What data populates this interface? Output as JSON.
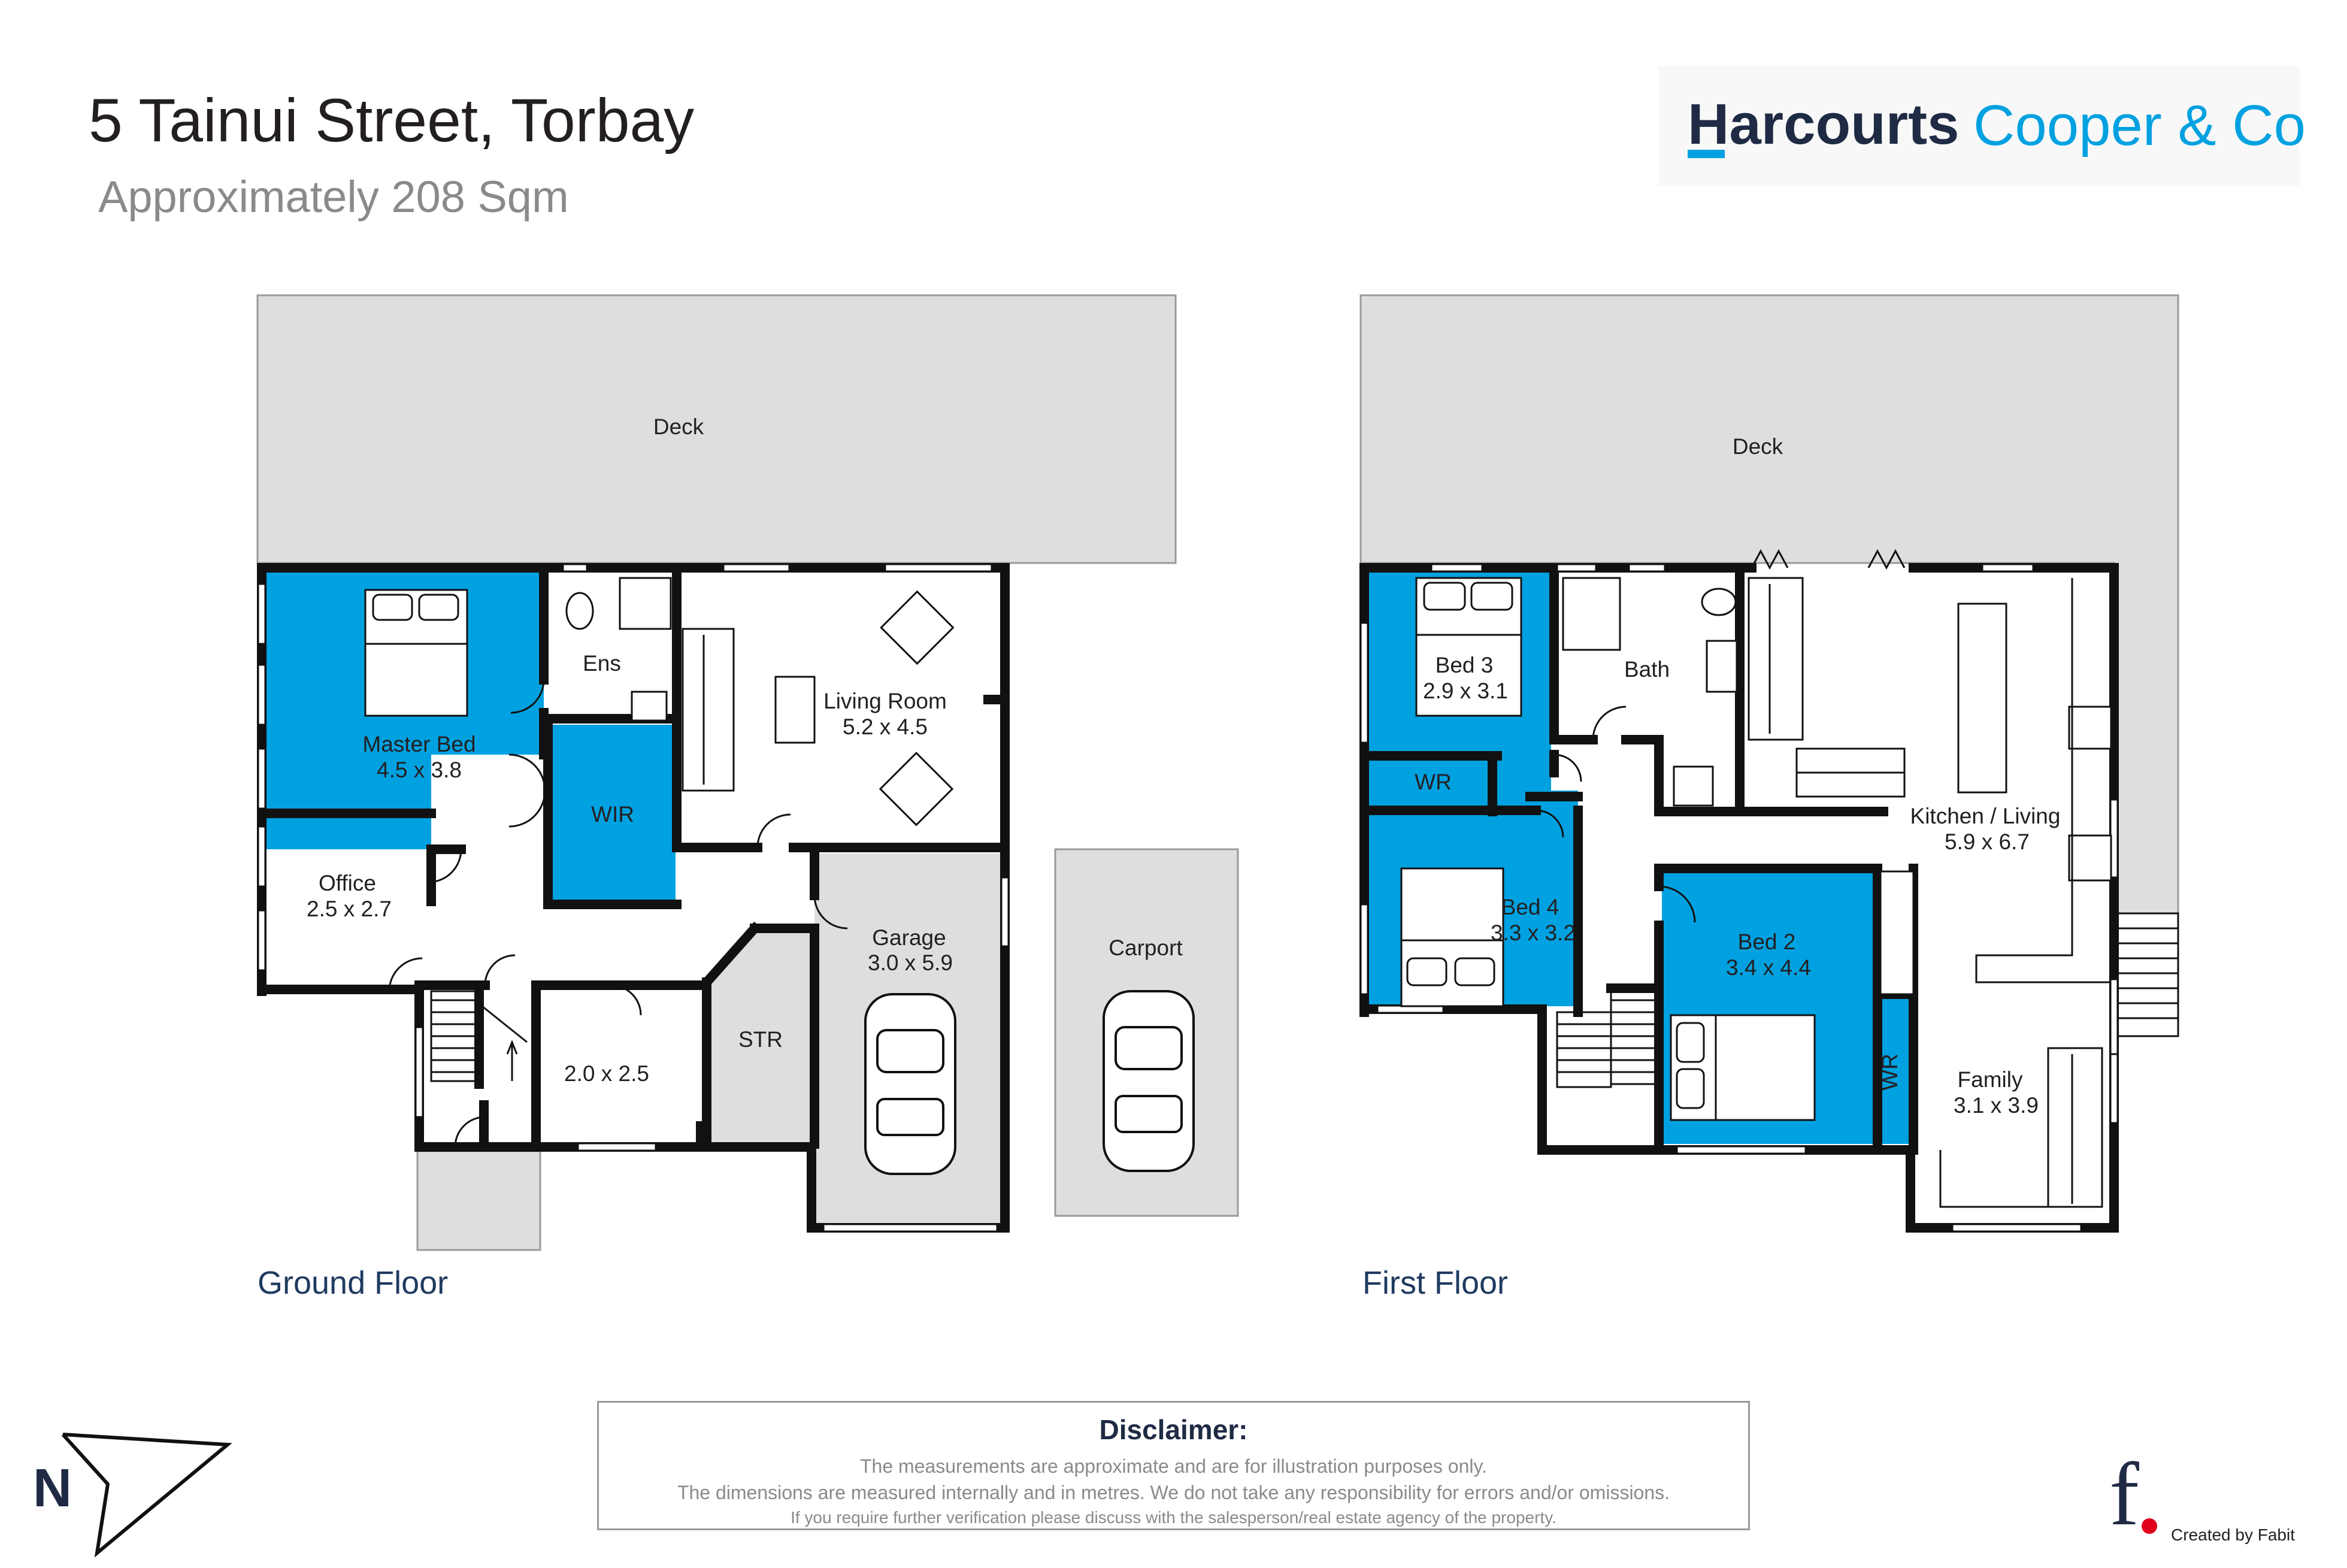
{
  "header": {
    "title": "5 Tainui Street, Torbay",
    "subtitle": "Approximately 208 Sqm"
  },
  "brand": {
    "name_primary": "Harcourts",
    "name_secondary": "Cooper & Co",
    "primary_color": "#1f2a44",
    "accent_color": "#00a1e0"
  },
  "colors": {
    "bedroom_fill": "#00a1e0",
    "outdoor_fill": "#dedede",
    "wall": "#111111"
  },
  "floors": {
    "ground": {
      "label": "Ground Floor",
      "rooms": {
        "deck": "Deck",
        "master_name": "Master Bed",
        "master_dim": "4.5 x 3.8",
        "ens": "Ens",
        "wir": "WIR",
        "living_name": "Living Room",
        "living_dim": "5.2 x 4.5",
        "office_name": "Office",
        "office_dim": "2.5 x 2.7",
        "room_dim": "2.0 x 2.5",
        "garage_name": "Garage",
        "garage_dim": "3.0 x 5.9",
        "str": "STR",
        "carport": "Carport"
      }
    },
    "first": {
      "label": "First Floor",
      "rooms": {
        "deck": "Deck",
        "bed3_name": "Bed 3",
        "bed3_dim": "2.9 x 3.1",
        "bath": "Bath",
        "wr_left": "WR",
        "bed4_name": "Bed 4",
        "bed4_dim": "3.3 x 3.2",
        "kitchen_name": "Kitchen / Living",
        "kitchen_dim": "5.9 x 6.7",
        "bed2_name": "Bed 2",
        "bed2_dim": "3.4 x 4.4",
        "wr_right": "WR",
        "family_name": "Family",
        "family_dim": "3.1 x 3.9"
      }
    }
  },
  "compass": {
    "letter": "N",
    "icon": "north-arrow-icon"
  },
  "disclaimer": {
    "title": "Disclaimer:",
    "lines": [
      "The measurements are approximate and are for illustration purposes only.",
      "The dimensions are measured internally and in metres. We do not take any responsibility for errors and/or omissions.",
      "If you require further verification please discuss with the salesperson/real estate agency of the property."
    ]
  },
  "credit": {
    "mark": "f",
    "text": "Created by Fabit"
  }
}
